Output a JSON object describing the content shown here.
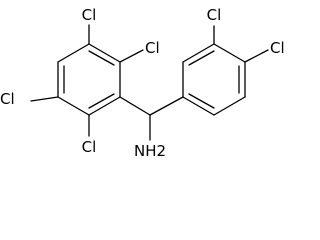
{
  "molecule": {
    "atoms": {
      "cl_left_top": "Cl",
      "cl_left_top_right": "Cl",
      "cl_left_mid": "Cl",
      "cl_left_bottom": "Cl",
      "cl_right_top": "Cl",
      "cl_right_top_right": "Cl",
      "amine": "NH2"
    },
    "colors": {
      "bond": "#000000",
      "text": "#000000",
      "background": "#ffffff"
    }
  }
}
